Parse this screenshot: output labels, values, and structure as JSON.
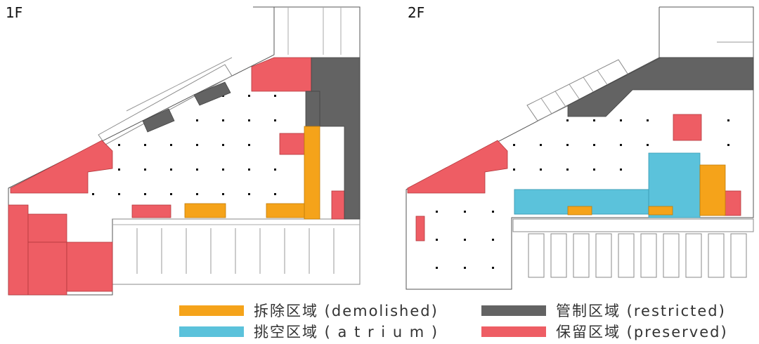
{
  "floors": {
    "first": {
      "label": "1F"
    },
    "second": {
      "label": "2F"
    }
  },
  "legend": {
    "demolished": {
      "text": "拆除区域 (demolished)",
      "color": "#F5A31A"
    },
    "restricted": {
      "text": "管制区域 (restricted)",
      "color": "#636363"
    },
    "atrium": {
      "text": "挑空区域 ( a t r i u m )",
      "color": "#5BC2DB"
    },
    "preserved": {
      "text": "保留区域 (preserved)",
      "color": "#EE5D64"
    }
  }
}
